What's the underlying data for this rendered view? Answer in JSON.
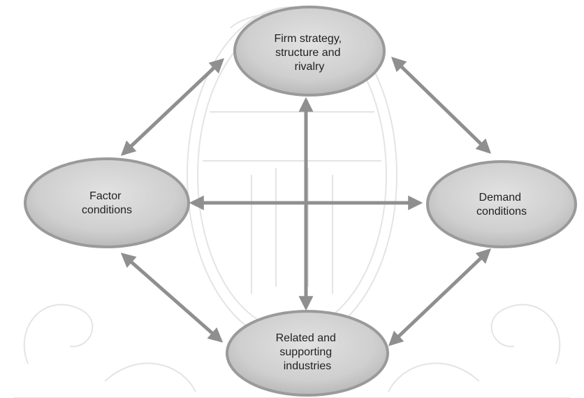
{
  "diagram": {
    "nodes": {
      "top": {
        "lines": [
          "Firm strategy,",
          "structure and",
          "rivalry"
        ]
      },
      "left": {
        "lines": [
          "Factor",
          "conditions"
        ]
      },
      "right": {
        "lines": [
          "Demand",
          "conditions"
        ]
      },
      "bottom": {
        "lines": [
          "Related and",
          "supporting",
          "industries"
        ]
      }
    },
    "connections": [
      {
        "from": "top",
        "to": "left"
      },
      {
        "from": "top",
        "to": "right"
      },
      {
        "from": "left",
        "to": "bottom"
      },
      {
        "from": "right",
        "to": "bottom"
      },
      {
        "from": "left",
        "to": "right"
      },
      {
        "from": "top",
        "to": "bottom"
      }
    ],
    "colors": {
      "ellipse_fill": "#cfcfcf",
      "ellipse_stroke": "#9a9a9a",
      "arrow": "#8f8f8f",
      "text": "#222222",
      "watermark": "#e4e4e4"
    }
  }
}
